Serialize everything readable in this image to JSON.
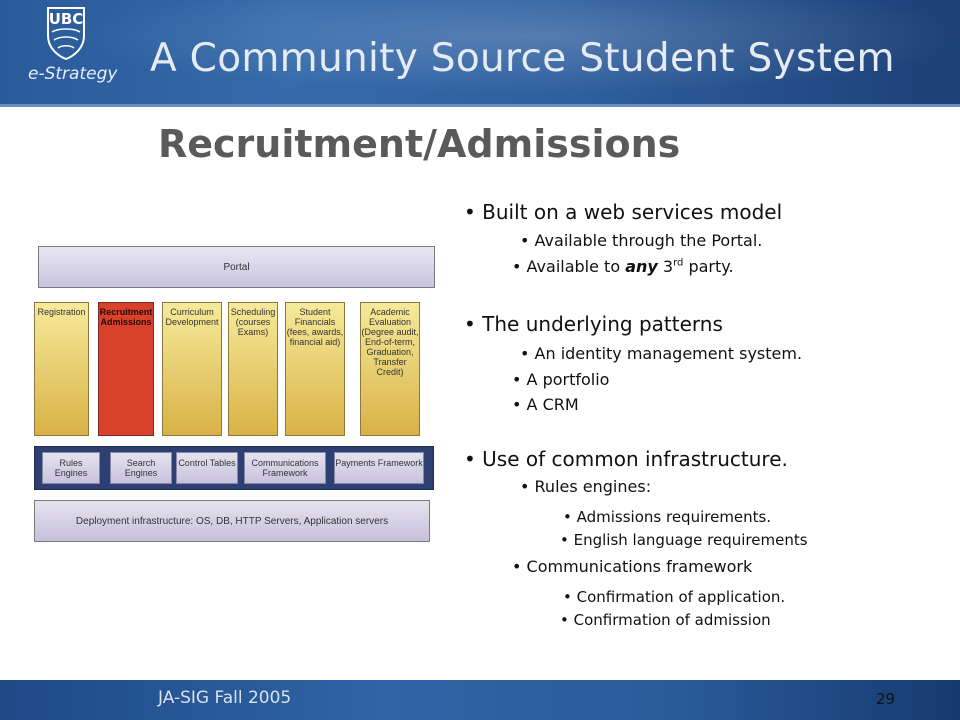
{
  "header": {
    "logo_text": "UBC",
    "sublogo": "e-Strategy",
    "title": "A Community Source Student System"
  },
  "slide": {
    "title": "Recruitment/Admissions",
    "page_number": "29"
  },
  "diagram": {
    "portal": "Portal",
    "modules": [
      "Registration",
      "Recruitment Admissions",
      "Curriculum Development",
      "Scheduling (courses Exams)",
      "Student Financials (fees, awards, financial aid)",
      "Academic Evaluation (Degree audit, End-of-term, Graduation, Transfer Credit)"
    ],
    "services": [
      "Rules Engines",
      "Search Engines",
      "Control Tables",
      "Communications Framework",
      "Payments Framework"
    ],
    "deployment": "Deployment infrastructure: OS, DB, HTTP Servers, Application servers"
  },
  "bullets": {
    "b1": "Built on a web services model",
    "b1_1": "Available through the Portal.",
    "b1_2_pre": "Available to ",
    "b1_2_em": "any",
    "b1_2_num": " 3",
    "b1_2_sup": "rd",
    "b1_2_post": " party.",
    "b2": "The underlying patterns",
    "b2_1": "An identity management system.",
    "b2_2": "A portfolio",
    "b2_3": "A CRM",
    "b3": "Use of common infrastructure.",
    "b3_1": "Rules engines:",
    "b3_1_1": "Admissions requirements.",
    "b3_1_2": "English language requirements",
    "b3_2": "Communications framework",
    "b3_2_1": "Confirmation of application.",
    "b3_2_2": "Confirmation of admission"
  },
  "footer": {
    "text": "JA-SIG Fall 2005"
  }
}
